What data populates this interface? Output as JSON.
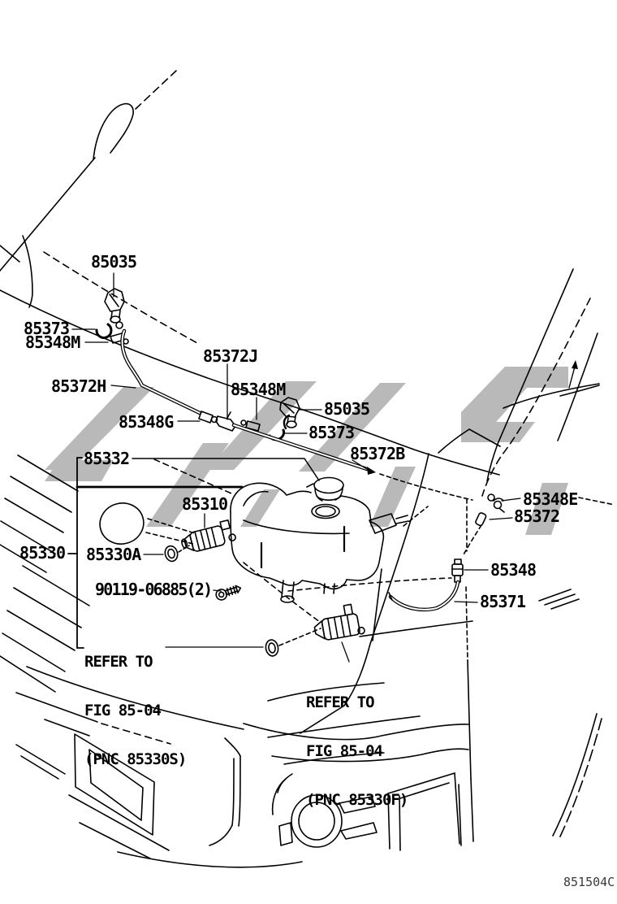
{
  "diagram": {
    "figure_code": "851504C",
    "colors": {
      "line": "#000000",
      "watermark": "#b9b9b9",
      "background": "#ffffff"
    },
    "labels": [
      {
        "id": "85035-front",
        "text": "85035"
      },
      {
        "id": "85373-front",
        "text": "85373"
      },
      {
        "id": "85348M-front",
        "text": "85348M"
      },
      {
        "id": "85372J",
        "text": "85372J"
      },
      {
        "id": "85372H",
        "text": "85372H"
      },
      {
        "id": "85348M-rear",
        "text": "85348M"
      },
      {
        "id": "85035-rear",
        "text": "85035"
      },
      {
        "id": "85348G",
        "text": "85348G"
      },
      {
        "id": "85373-rear",
        "text": "85373"
      },
      {
        "id": "85332",
        "text": "85332"
      },
      {
        "id": "85372B",
        "text": "85372B"
      },
      {
        "id": "85310",
        "text": "85310"
      },
      {
        "id": "85348E",
        "text": "85348E"
      },
      {
        "id": "85372",
        "text": "85372"
      },
      {
        "id": "85330",
        "text": "85330"
      },
      {
        "id": "85330A",
        "text": "85330A"
      },
      {
        "id": "85348",
        "text": "85348"
      },
      {
        "id": "90119",
        "text": "90119-06885(2)"
      },
      {
        "id": "85371",
        "text": "85371"
      }
    ],
    "notes": [
      {
        "id": "refer-85330S",
        "lines": [
          "REFER TO",
          "FIG 85-04",
          "(PNC 85330S)"
        ]
      },
      {
        "id": "refer-85330F",
        "lines": [
          "REFER TO",
          "FIG 85-04",
          "(PNC 85330F)"
        ]
      }
    ]
  }
}
